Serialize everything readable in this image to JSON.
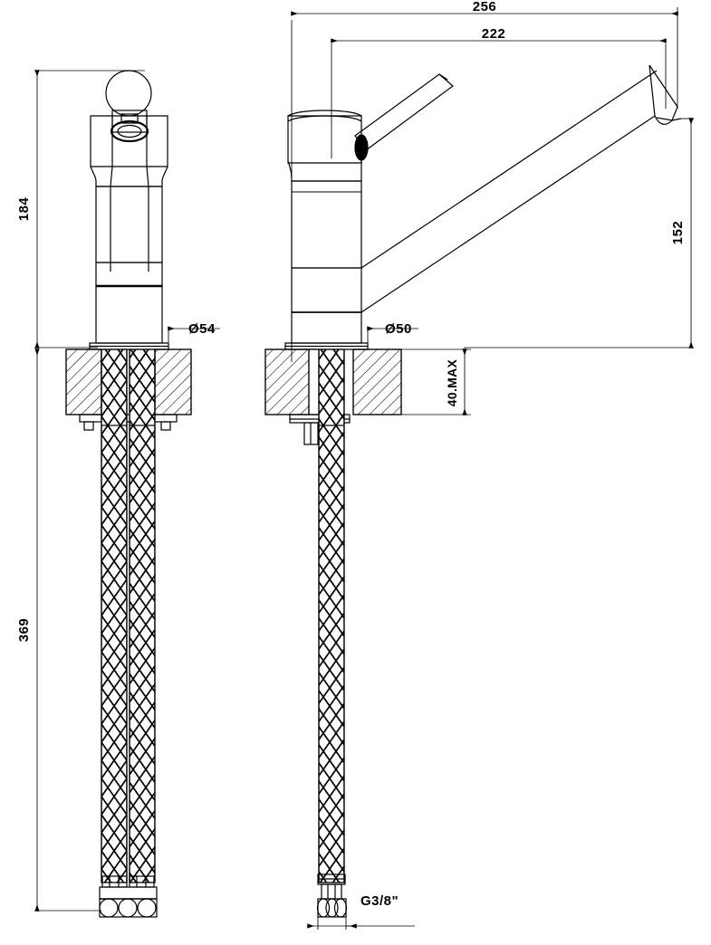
{
  "drawing": {
    "type": "technical-dimension-drawing",
    "subject": "single-lever kitchen mixer tap",
    "views": [
      {
        "name": "front-view",
        "position": "left"
      },
      {
        "name": "side-view",
        "position": "right"
      }
    ],
    "units": "mm",
    "line_color": "#000000",
    "background_color": "#ffffff"
  },
  "dimensions": {
    "overall_spout_reach": "256",
    "spout_reach_inner": "222",
    "body_height": "184",
    "hose_total_length": "369",
    "spout_height": "152",
    "deck_thickness_max": "40.MAX",
    "base_diameter_front": "Ø54",
    "base_diameter_side": "Ø50",
    "hose_thread": "G3/8\""
  },
  "labels": [
    {
      "id": "dim-256",
      "text": "256",
      "orientation": "horizontal"
    },
    {
      "id": "dim-222",
      "text": "222",
      "orientation": "horizontal"
    },
    {
      "id": "dim-184",
      "text": "184",
      "orientation": "vertical"
    },
    {
      "id": "dim-369",
      "text": "369",
      "orientation": "vertical"
    },
    {
      "id": "dim-152",
      "text": "152",
      "orientation": "vertical"
    },
    {
      "id": "dim-40max",
      "text": "40.MAX",
      "orientation": "vertical"
    },
    {
      "id": "dim-d54",
      "text": "Ø54",
      "orientation": "horizontal"
    },
    {
      "id": "dim-d50",
      "text": "Ø50",
      "orientation": "horizontal"
    },
    {
      "id": "dim-g38",
      "text": "G3/8\"",
      "orientation": "horizontal"
    }
  ]
}
